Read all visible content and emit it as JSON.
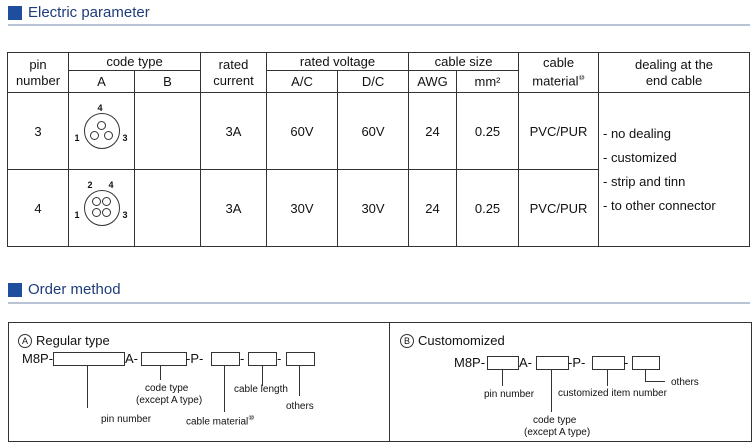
{
  "sections": {
    "electric_parameter": "Electric parameter",
    "order_method": "Order method"
  },
  "table": {
    "headers": {
      "pin_number": [
        "pin",
        "number"
      ],
      "code_type": "code type",
      "code_a": "A",
      "code_b": "B",
      "rated_current": [
        "rated",
        "current"
      ],
      "rated_voltage": "rated voltage",
      "ac": "A/C",
      "dc": "D/C",
      "cable_size": "cable size",
      "awg": "AWG",
      "mm2": "mm²",
      "cable_material": [
        "cable",
        "material"
      ],
      "cable_material_mark": "⑩",
      "dealing": [
        "dealing at the",
        "end cable"
      ]
    },
    "rows": [
      {
        "pin": "3",
        "diagram_pins": [
          "4",
          "1",
          "3"
        ],
        "current": "3A",
        "ac": "60V",
        "dc": "60V",
        "awg": "24",
        "mm2": "0.25",
        "material": "PVC/PUR"
      },
      {
        "pin": "4",
        "diagram_pins": [
          "2",
          "4",
          "1",
          "3"
        ],
        "current": "3A",
        "ac": "30V",
        "dc": "30V",
        "awg": "24",
        "mm2": "0.25",
        "material": "PVC/PUR"
      }
    ],
    "dealing_options": [
      "- no dealing",
      "- customized",
      "- strip and tinn",
      "- to other  connector"
    ]
  },
  "order": {
    "regular": {
      "letter": "A",
      "title": "Regular type",
      "code_prefix": "M8P-",
      "sep_a": "A-",
      "sep_p": "-P-",
      "dash": "-",
      "labels": {
        "code_type_1": "code type",
        "code_type_2": "(except A type)",
        "pin_number": "pin number",
        "cable_material": "cable material",
        "cable_material_mark": "⑩",
        "cable_length": "cable length",
        "others": "others"
      }
    },
    "custom": {
      "letter": "B",
      "title": "Customomized",
      "code_prefix": "M8P-",
      "sep_a": "A-",
      "sep_p": "-P-",
      "dash": "-",
      "labels": {
        "pin_number": "pin number",
        "customized_item_number": "customized item number",
        "others": "others",
        "code_type_1": "code type",
        "code_type_2": "(except A type)"
      }
    }
  }
}
